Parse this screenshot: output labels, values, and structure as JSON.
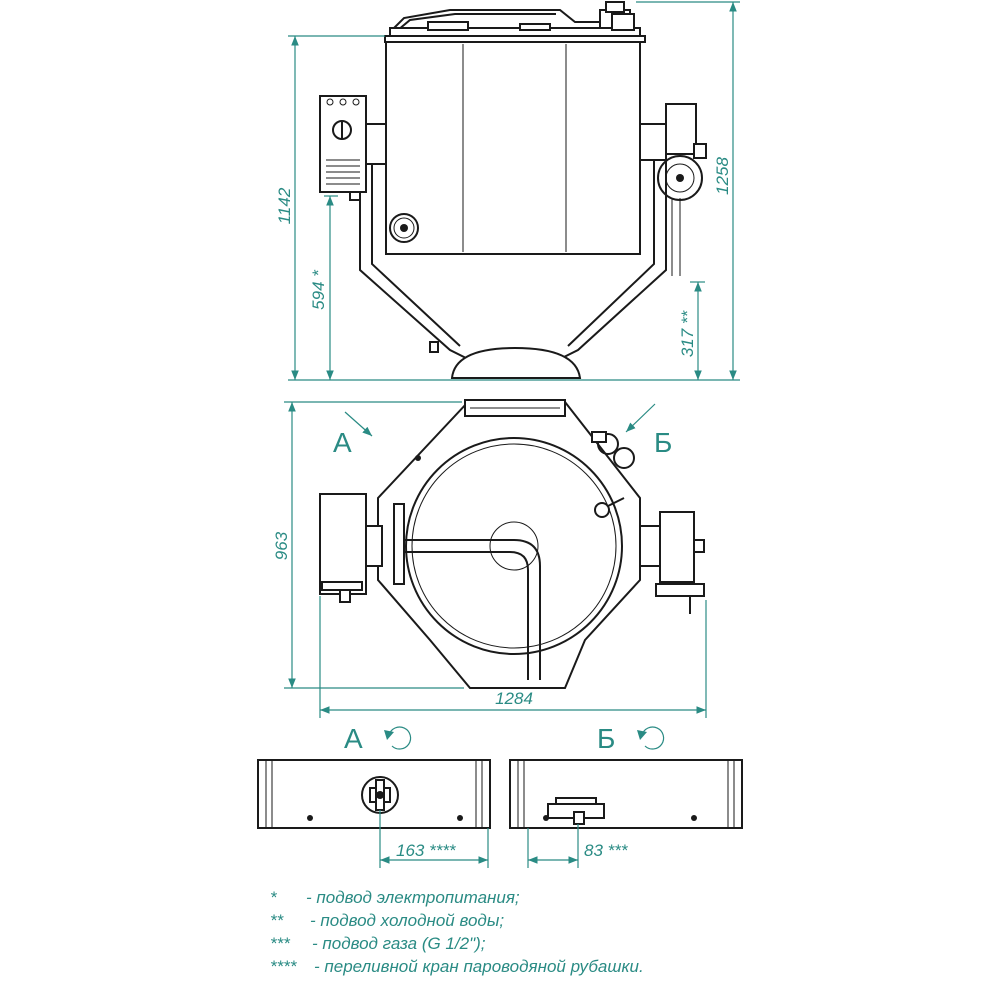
{
  "dimensions": {
    "total_height_frame": "1142",
    "electric_supply_height": "594 *",
    "total_height": "1258",
    "cold_water_height": "317 **",
    "plan_depth": "963",
    "plan_width": "1284",
    "overflow_offset": "163 ****",
    "gas_offset": "83 ***"
  },
  "view_labels": {
    "a": "А",
    "b": "Б",
    "view_a": "А",
    "view_b": "Б"
  },
  "legend": [
    {
      "mark": "*",
      "text": "- подвод электропитания;"
    },
    {
      "mark": "**",
      "text": "- подвод холодной воды;"
    },
    {
      "mark": "***",
      "text": "- подвод газа (G 1/2\");"
    },
    {
      "mark": "****",
      "text": "- переливной кран пароводяной рубашки."
    }
  ],
  "colors": {
    "dimension": "#2a8b84",
    "line": "#1a1a1a"
  }
}
